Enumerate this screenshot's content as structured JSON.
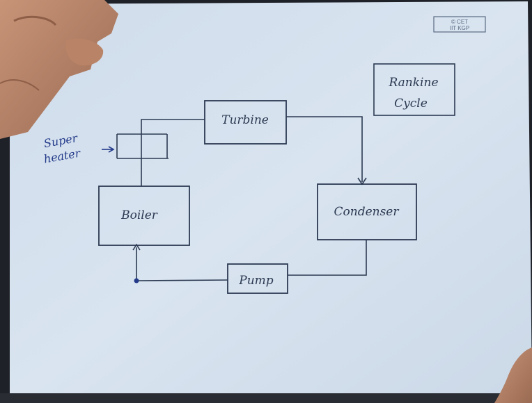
{
  "watermark": {
    "line1": "© CET",
    "line2": "IIT KGP"
  },
  "title": {
    "line1": "Rankine",
    "line2": "Cycle"
  },
  "components": {
    "turbine": "Turbine",
    "boiler": "Boiler",
    "condenser": "Condenser",
    "pump": "Pump",
    "superheater_line1": "Super",
    "superheater_line2": "heater"
  },
  "colors": {
    "paper": "#d6e2ef",
    "ink": "#2c3a52",
    "blue_ink": "#233a8a",
    "background": "#1f2128"
  }
}
